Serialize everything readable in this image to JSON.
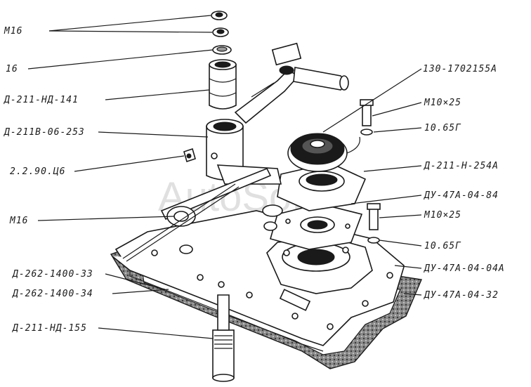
{
  "watermark": "AutoSoft",
  "labels": {
    "m16_top": "М16",
    "washer_16": "16",
    "d211_nd_141": "Д-211-НД-141",
    "d211b_06_253": "Д-211В-06-253",
    "z2290": "2.2.90.Ц6",
    "m16_mid": "М16",
    "d262_33": "Д-262-1400-33",
    "d262_34": "Д-262-1400-34",
    "d211_nd_155": "Д-211-НД-155",
    "p130": "130-1702155А",
    "m10x25_a": "М10×25",
    "w1065_a": "10.65Г",
    "d211_h_254": "Д-211-Н-254А",
    "du47_84": "ДУ-47А-04-84",
    "m10x25_b": "М10×25",
    "w1065_b": "10.65Г",
    "du47_04a": "ДУ-47А-04-04А",
    "du47_32": "ДУ-47А-04-32"
  }
}
